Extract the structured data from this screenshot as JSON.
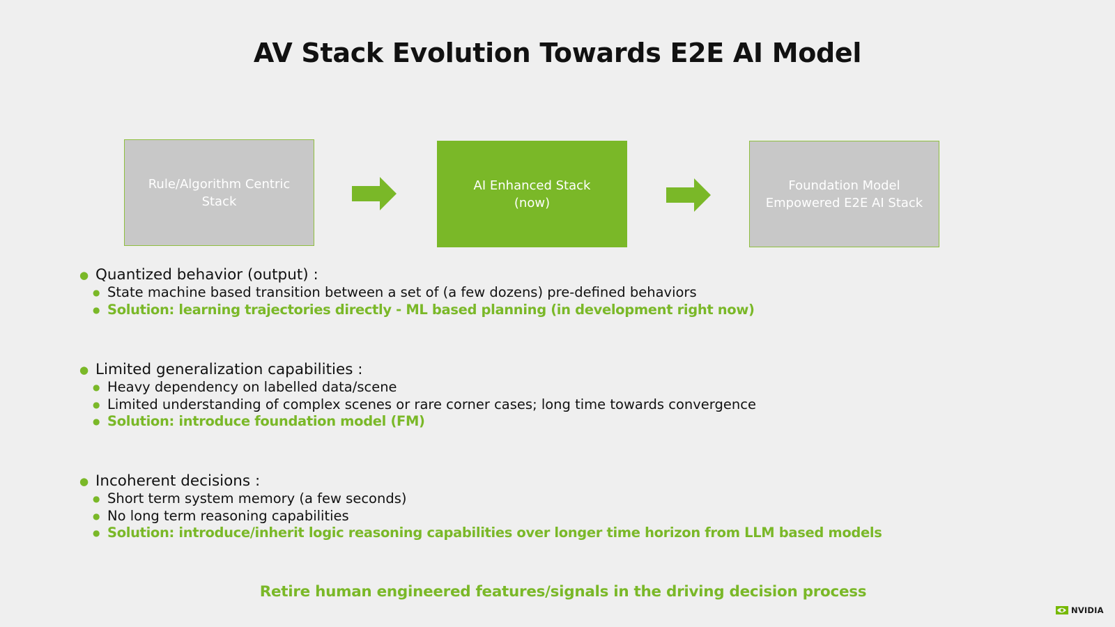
{
  "slide": {
    "title": "AV Stack Evolution Towards E2E AI Model"
  },
  "stages": [
    {
      "line1": "Rule/Algorithm Centric",
      "line2": "Stack"
    },
    {
      "line1": "AI Enhanced Stack",
      "line2": "(now)"
    },
    {
      "line1": "Foundation Model",
      "line2": "Empowered  E2E AI Stack"
    }
  ],
  "sections": [
    {
      "heading": "Quantized behavior (output) :",
      "items": [
        {
          "text": "State machine based transition between a set of (a few dozens) pre-defined behaviors"
        },
        {
          "text": "Solution: learning trajectories directly - ML based planning (in development right now)"
        }
      ]
    },
    {
      "heading": "Limited generalization capabilities :",
      "items": [
        {
          "text": "Heavy dependency on labelled data/scene"
        },
        {
          "text": "Limited understanding of complex scenes or rare corner cases; long time towards convergence"
        },
        {
          "text": "Solution: introduce foundation model (FM)"
        }
      ]
    },
    {
      "heading": "Incoherent decisions :",
      "items": [
        {
          "text": "Short term system memory (a few seconds)"
        },
        {
          "text": "No long term reasoning capabilities"
        },
        {
          "text": "Solution: introduce/inherit logic reasoning capabilities over longer time horizon from LLM based models"
        }
      ]
    }
  ],
  "footer": {
    "text": "Retire human engineered features/signals in the driving decision process"
  },
  "logo": {
    "text": "NVIDIA",
    "icon": "nvidia-eye-icon"
  },
  "colors": {
    "accent_green": "#7ab828",
    "box_gray": "#c8c8c8",
    "background": "#efefef"
  }
}
